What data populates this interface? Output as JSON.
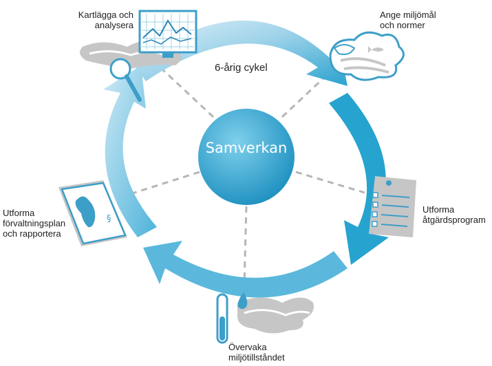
{
  "center": {
    "label": "Samverkan"
  },
  "cycle_label": "6-årig cykel",
  "steps": [
    {
      "lines": [
        "Kartlägga och",
        "analysera"
      ]
    },
    {
      "lines": [
        "Ange miljömål",
        "och normer"
      ]
    },
    {
      "lines": [
        "Utforma",
        "åtgärdsprogram"
      ]
    },
    {
      "lines": [
        "Övervaka",
        "miljötillståndet"
      ]
    },
    {
      "lines": [
        "Utforma",
        "förvaltningsplan",
        "och rapportera"
      ]
    }
  ],
  "icons": {
    "map_analysis": "magnifier-chart-icon",
    "goals": "cloud-fish-icon",
    "programme": "checklist-icon",
    "monitoring": "test-tube-icon",
    "plan": "map-document-icon"
  },
  "paragraph_symbol": "§",
  "colors": {
    "arrow_light": "#d4ecf7",
    "arrow_mid": "#8fcde6",
    "arrow_dark": "#1aa0cc",
    "center_light": "#6cc3e5",
    "center_dark": "#1c8fbf",
    "spoke": "#b5b5b5",
    "icon_gray": "#c6c6c6",
    "icon_blue": "#3d9ec8"
  }
}
